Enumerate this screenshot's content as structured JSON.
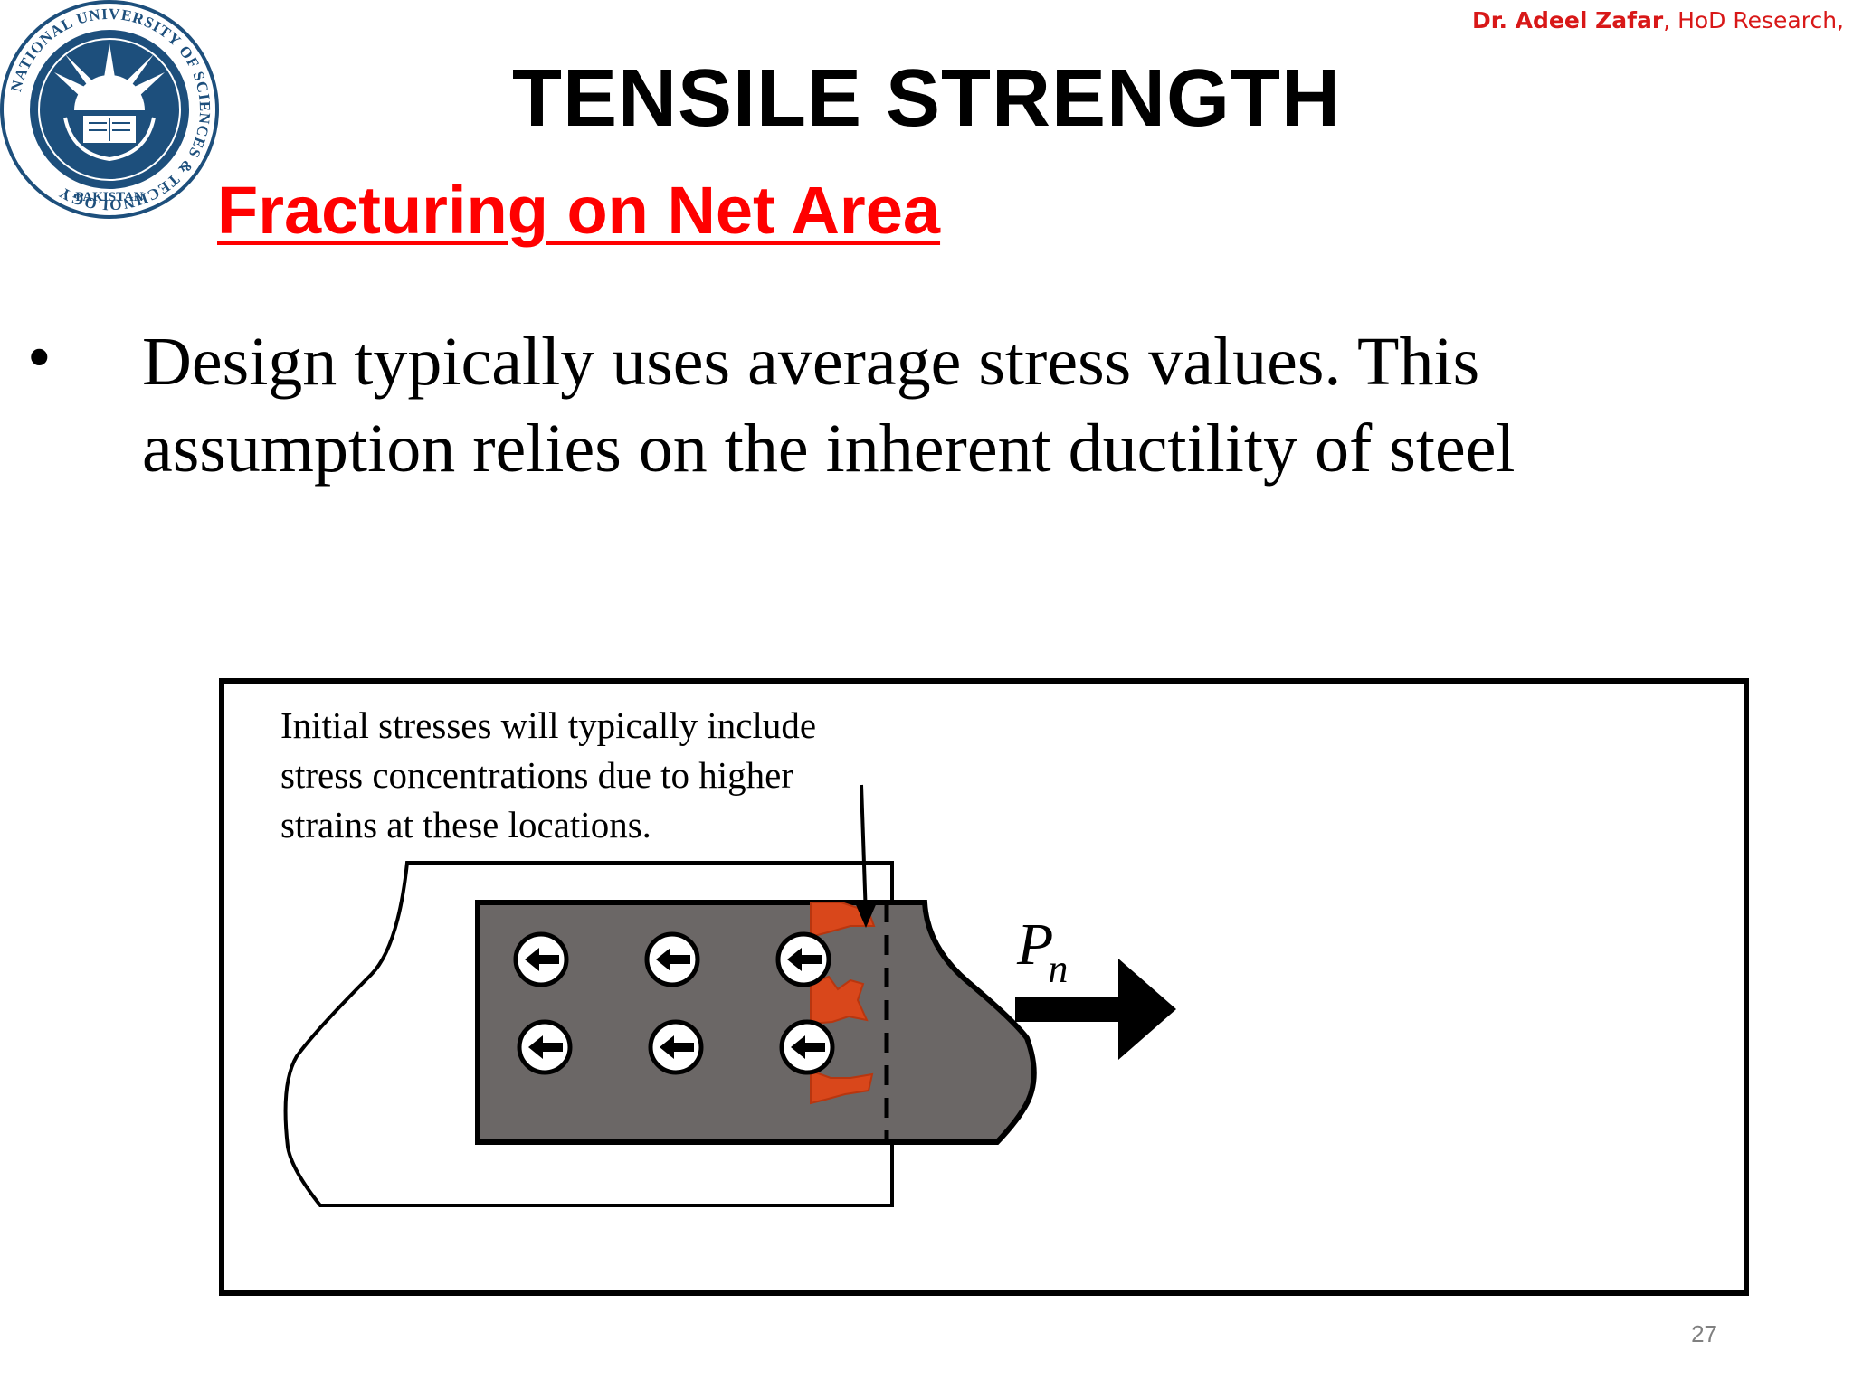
{
  "slide": {
    "author_name": "Dr. Adeel Zafar",
    "author_role": ", HoD Research,",
    "title": "TENSILE STRENGTH",
    "subtitle": "Fracturing on Net Area",
    "bullet_marker": "•",
    "bullet_text": "Design typically uses average stress values. This assumption relies on the inherent ductility of steel",
    "page_number": "27"
  },
  "logo": {
    "ring_text": "NATIONAL UNIVERSITY OF SCIENCES & TECHNOLOGY",
    "bottom_text": "PAKISTAN",
    "color": "#1d4f7c"
  },
  "diagram": {
    "annotation_lines": [
      "Initial stresses will typically include",
      "stress concentrations due to higher",
      "strains at these locations."
    ],
    "load_symbol": "P",
    "load_subscript": "n",
    "plate_color": "#6b6766",
    "concentration_color": "#d9471b",
    "bolt_count": 6
  }
}
